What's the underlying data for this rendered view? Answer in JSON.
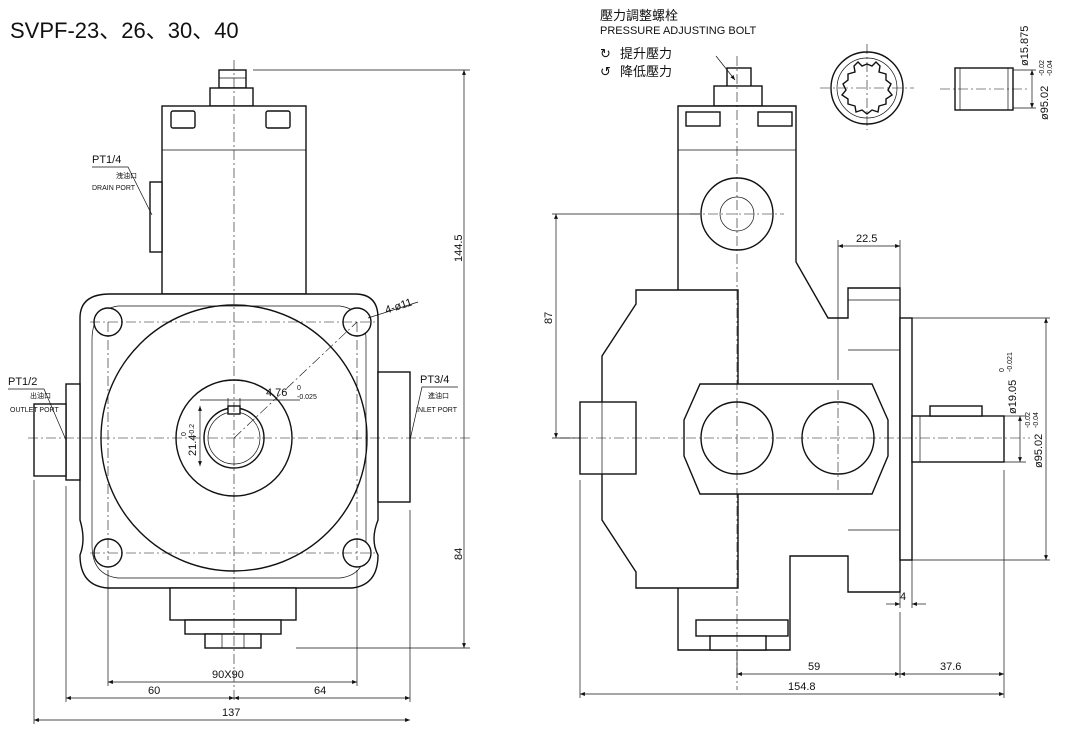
{
  "title": "SVPF-23、26、30、40",
  "pressure_bolt": {
    "title_cn": "壓力調整螺栓",
    "title_en": "PRESSURE ADJUSTING BOLT",
    "raise": "提升壓力",
    "lower": "降低壓力"
  },
  "ports": {
    "drain_size": "PT1/4",
    "drain_cn": "洩油口",
    "drain_en": "DRAIN PORT",
    "outlet_size": "PT1/2",
    "outlet_cn": "出油口",
    "outlet_en": "OUTLET PORT",
    "inlet_size": "PT3/4",
    "inlet_cn": "進油口",
    "inlet_en": "INLET PORT"
  },
  "dimensions": {
    "holes": "4-ø11",
    "height_total": "144.5",
    "height_lower": "84",
    "key_width": "4.76",
    "key_width_upper_tol": "0",
    "key_width_lower_tol": "-0.025",
    "key_height": "21.4",
    "key_height_upper_tol": "0",
    "key_height_lower_tol": "-0.2",
    "square": "90X90",
    "left_60": "60",
    "right_64": "64",
    "width_137": "137",
    "side_87": "87",
    "side_22_5": "22.5",
    "side_4": "4",
    "side_59": "59",
    "side_37_6": "37.6",
    "side_154_8": "154.8",
    "shaft_dia": "ø19.05",
    "shaft_dia_upper_tol": "0",
    "shaft_dia_lower_tol": "-0.021",
    "pilot_dia": "ø95.02",
    "pilot_dia_upper_tol": "-0.02",
    "pilot_dia_lower_tol": "-0.04",
    "spline_dia": "ø15.875",
    "spline_pilot_dia": "ø95.02",
    "spline_pilot_upper_tol": "-0.02",
    "spline_pilot_lower_tol": "-0.04"
  }
}
